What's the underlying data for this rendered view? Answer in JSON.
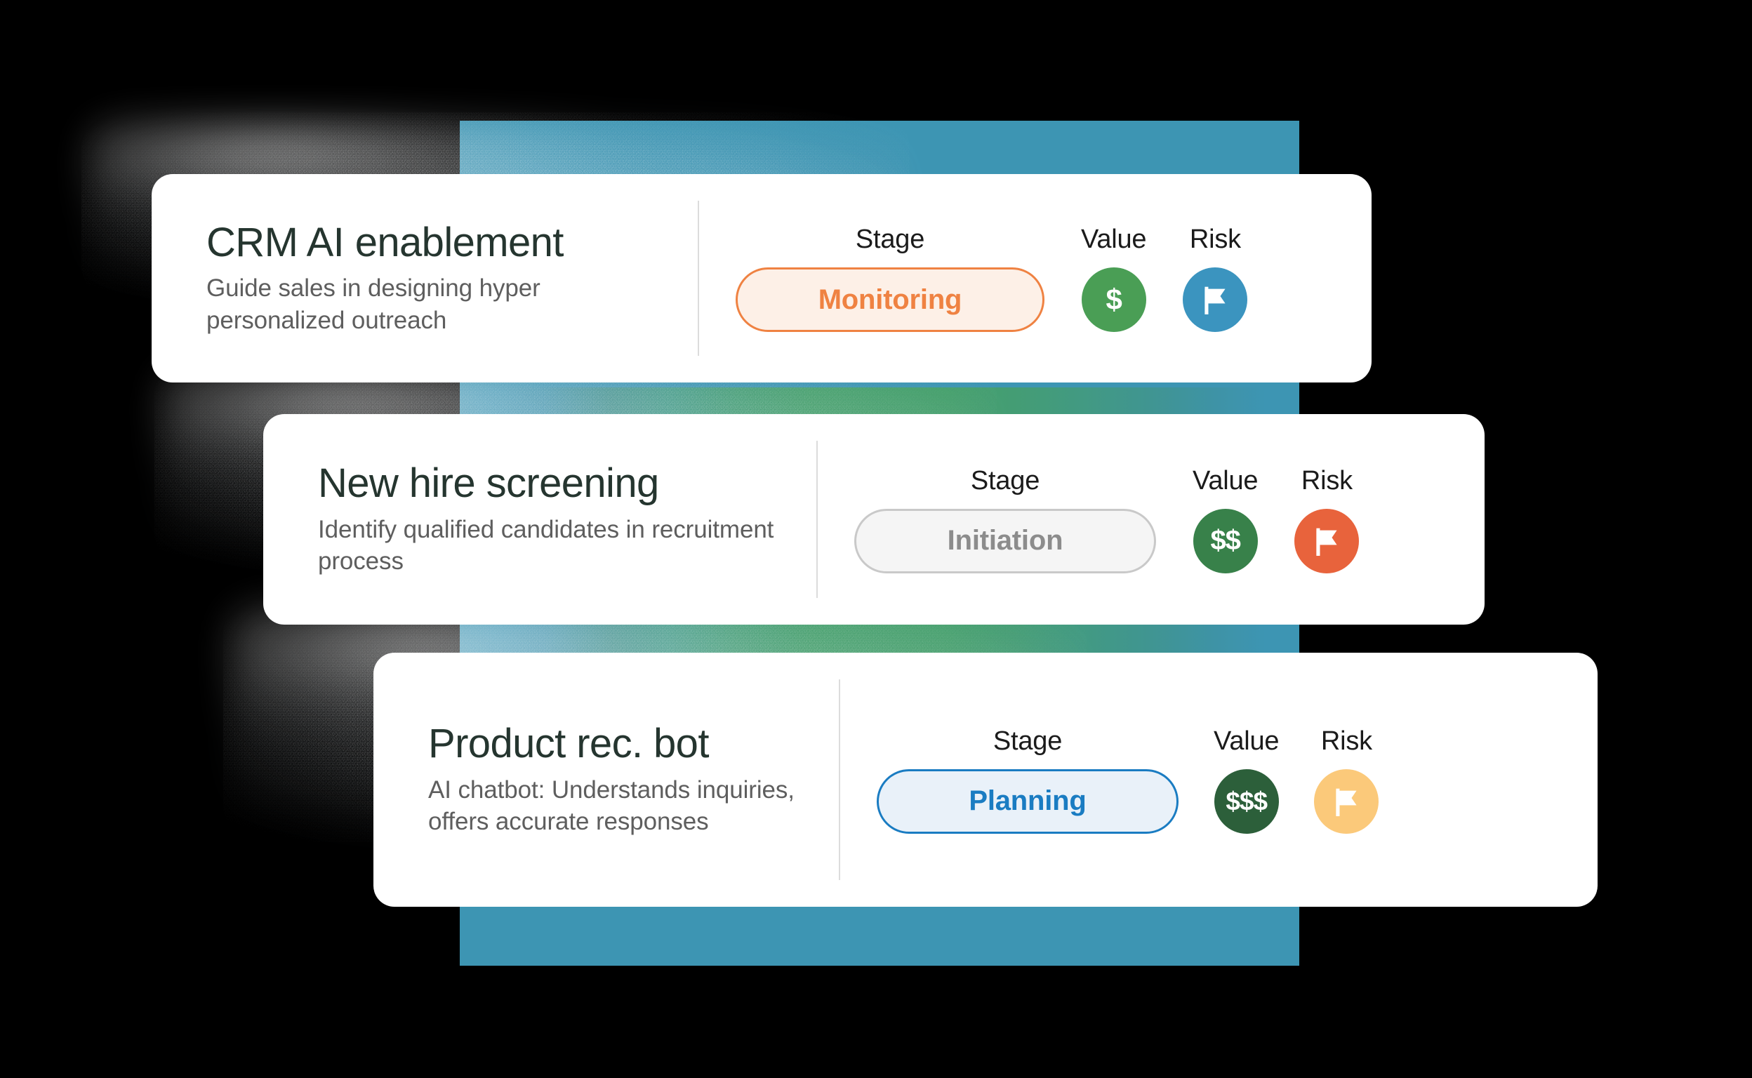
{
  "background": {
    "page_color": "#000000",
    "band_color": "#3d95b3",
    "band_accent_color": "#45a06c"
  },
  "column_labels": {
    "stage": "Stage",
    "value": "Value",
    "risk": "Risk"
  },
  "cards": [
    {
      "title": "CRM AI enablement",
      "subtitle": "Guide sales in designing hyper personalized outreach",
      "stage": {
        "label": "Monitoring",
        "text_color": "#ef8242",
        "border_color": "#ef8242",
        "fill_color": "#fdf0e7"
      },
      "value": {
        "label": "$",
        "icon": "dollar-icon",
        "color": "#4a9e55"
      },
      "risk": {
        "icon": "flag-icon",
        "color": "#3b94bf"
      }
    },
    {
      "title": "New hire screening",
      "subtitle": "Identify qualified candidates in recruitment process",
      "stage": {
        "label": "Initiation",
        "text_color": "#8c8c8c",
        "border_color": "#c9c9c9",
        "fill_color": "#f5f5f5"
      },
      "value": {
        "label": "$$",
        "icon": "dollar-icon",
        "color": "#38814a"
      },
      "risk": {
        "icon": "flag-icon",
        "color": "#e8633c"
      }
    },
    {
      "title": "Product rec. bot",
      "subtitle": "AI chatbot: Understands inquiries, offers accurate responses",
      "stage": {
        "label": "Planning",
        "text_color": "#1a7cc2",
        "border_color": "#1a7cc2",
        "fill_color": "#e9f1f9"
      },
      "value": {
        "label": "$$$",
        "icon": "dollar-icon",
        "color": "#2c5f3a"
      },
      "risk": {
        "icon": "flag-icon",
        "color": "#fbc97a"
      }
    }
  ]
}
